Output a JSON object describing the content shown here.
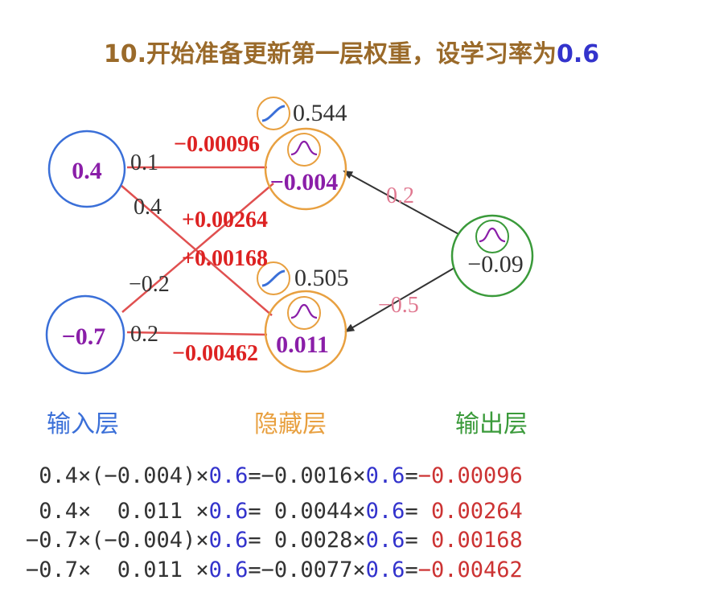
{
  "title": {
    "text": "10.开始准备更新第一层权重，设学习率为",
    "learning_rate": "0.6"
  },
  "layers": {
    "input": "输入层",
    "hidden": "隐藏层",
    "output": "输出层"
  },
  "nodes": {
    "input": [
      "0.4",
      "−0.7"
    ],
    "hidden": [
      {
        "output": "0.544",
        "delta": "−0.004"
      },
      {
        "output": "0.505",
        "delta": "0.011"
      }
    ],
    "output": {
      "delta": "−0.09"
    }
  },
  "weights": {
    "i1_h1": "0.1",
    "i1_h2": "0.4",
    "i2_h1": "−0.2",
    "i2_h2": "0.2",
    "h1_o": "0.2",
    "h2_o": "−0.5"
  },
  "updates": {
    "i1_h1": "−0.00096",
    "i1_h2": "+0.00264",
    "i2_h1": "+0.00168",
    "i2_h2": "−0.00462"
  },
  "equations": [
    {
      "a": " 0.4×(−0.004)×",
      "lr": "0.6",
      "b": "=−0.0016×",
      "lr2": "0.6",
      "c": "=",
      "res": "−0.00096"
    },
    {
      "a": " 0.4×  0.011 ×",
      "lr": "0.6",
      "b": "= 0.0044×",
      "lr2": "0.6",
      "c": "= ",
      "res": "0.00264"
    },
    {
      "a": "−0.7×(−0.004)×",
      "lr": "0.6",
      "b": "= 0.0028×",
      "lr2": "0.6",
      "c": "= ",
      "res": "0.00168"
    },
    {
      "a": "−0.7×  0.011 ×",
      "lr": "0.6",
      "b": "=−0.0077×",
      "lr2": "0.6",
      "c": "=",
      "res": "−0.00462"
    }
  ],
  "colors": {
    "input": "#3a6fd8",
    "hidden": "#e8a040",
    "output": "#3a9a3a",
    "update": "#dd2222",
    "delta": "#8a1ea8",
    "output_weight": "#e07890",
    "title": "#9a6a2a",
    "lr": "#3333cc",
    "result": "#cc3333"
  }
}
